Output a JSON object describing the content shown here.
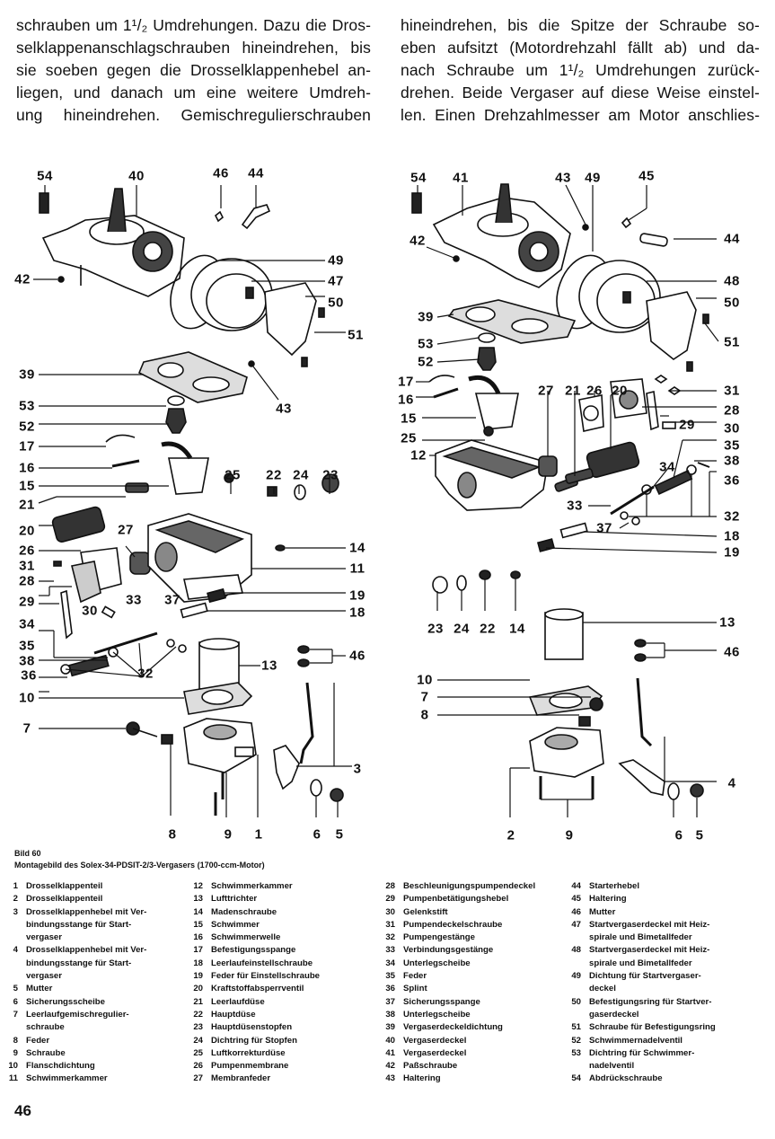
{
  "body_text": {
    "left_column": [
      "schrauben um 1¹/₂ Umdrehungen. Dazu die Dros-",
      "selklappenanschlagschrauben hineindrehen, bis",
      "sie soeben gegen die Drosselklappenhebel an-",
      "liegen, und danach um eine weitere Umdreh-",
      "ung hineindrehen. Gemischregulierschrauben"
    ],
    "right_column": [
      "hineindrehen, bis die Spitze der Schraube so-",
      "eben aufsitzt (Motordrehzahl fällt ab) und da-",
      "nach Schraube um 1¹/₂ Umdrehungen zurück-",
      "drehen. Beide Vergaser auf diese Weise einstel-",
      "len. Einen Drehzahlmesser am Motor anschlies-"
    ]
  },
  "diagram": {
    "left_callouts": [
      "54",
      "40",
      "46",
      "44",
      "42",
      "49",
      "47",
      "50",
      "51",
      "39",
      "43",
      "53",
      "52",
      "17",
      "16",
      "15",
      "25",
      "22",
      "24",
      "23",
      "21",
      "20",
      "27",
      "14",
      "26",
      "11",
      "31",
      "28",
      "19",
      "29",
      "30",
      "33",
      "37",
      "18",
      "34",
      "46",
      "13",
      "35",
      "38",
      "36",
      "32",
      "10",
      "7",
      "3",
      "8",
      "9",
      "1",
      "6",
      "5"
    ],
    "right_callouts": [
      "54",
      "41",
      "43",
      "49",
      "45",
      "42",
      "44",
      "48",
      "50",
      "39",
      "51",
      "53",
      "52",
      "17",
      "27",
      "21",
      "26",
      "20",
      "31",
      "16",
      "28",
      "15",
      "29",
      "25",
      "30",
      "35",
      "12",
      "34",
      "38",
      "36",
      "33",
      "32",
      "37",
      "18",
      "19",
      "23",
      "24",
      "22",
      "14",
      "13",
      "46",
      "10",
      "7",
      "8",
      "4",
      "2",
      "9",
      "6",
      "5"
    ]
  },
  "caption": {
    "figure_label": "Bild 60",
    "title": "Montagebild des Solex-34-PDSIT-2/3-Vergasers (1700-ccm-Motor)"
  },
  "legend": {
    "col1": [
      {
        "n": "1",
        "t": "Drosselklappenteil"
      },
      {
        "n": "2",
        "t": "Drosselklappenteil"
      },
      {
        "n": "3",
        "t": "Drosselklappenhebel mit Ver-\nbindungsstange für Start-\nvergaser"
      },
      {
        "n": "4",
        "t": "Drosselklappenhebel mit Ver-\nbindungsstange für Start-\nvergaser"
      },
      {
        "n": "5",
        "t": "Mutter"
      },
      {
        "n": "6",
        "t": "Sicherungsscheibe"
      },
      {
        "n": "7",
        "t": "Leerlaufgemischregulier-\nschraube"
      },
      {
        "n": "8",
        "t": "Feder"
      },
      {
        "n": "9",
        "t": "Schraube"
      },
      {
        "n": "10",
        "t": "Flanschdichtung"
      },
      {
        "n": "11",
        "t": "Schwimmerkammer"
      }
    ],
    "col2": [
      {
        "n": "12",
        "t": "Schwimmerkammer"
      },
      {
        "n": "13",
        "t": "Lufttrichter"
      },
      {
        "n": "14",
        "t": "Madenschraube"
      },
      {
        "n": "15",
        "t": "Schwimmer"
      },
      {
        "n": "16",
        "t": "Schwimmerwelle"
      },
      {
        "n": "17",
        "t": "Befestigungsspange"
      },
      {
        "n": "18",
        "t": "Leerlaufeinstellschraube"
      },
      {
        "n": "19",
        "t": "Feder für Einstellschraube"
      },
      {
        "n": "20",
        "t": "Kraftstoffabsperrventil"
      },
      {
        "n": "21",
        "t": "Leerlaufdüse"
      },
      {
        "n": "22",
        "t": "Hauptdüse"
      },
      {
        "n": "23",
        "t": "Hauptdüsenstopfen"
      },
      {
        "n": "24",
        "t": "Dichtring für Stopfen"
      },
      {
        "n": "25",
        "t": "Luftkorrekturdüse"
      },
      {
        "n": "26",
        "t": "Pumpenmembrane"
      },
      {
        "n": "27",
        "t": "Membranfeder"
      }
    ],
    "col3": [
      {
        "n": "28",
        "t": "Beschleunigungspumpendeckel"
      },
      {
        "n": "29",
        "t": "Pumpenbetätigungshebel"
      },
      {
        "n": "30",
        "t": "Gelenkstift"
      },
      {
        "n": "31",
        "t": "Pumpendeckelschraube"
      },
      {
        "n": "32",
        "t": "Pumpengestänge"
      },
      {
        "n": "33",
        "t": "Verbindungsgestänge"
      },
      {
        "n": "34",
        "t": "Unterlegscheibe"
      },
      {
        "n": "35",
        "t": "Feder"
      },
      {
        "n": "36",
        "t": "Splint"
      },
      {
        "n": "37",
        "t": "Sicherungsspange"
      },
      {
        "n": "38",
        "t": "Unterlegscheibe"
      },
      {
        "n": "39",
        "t": "Vergaserdeckeldichtung"
      },
      {
        "n": "40",
        "t": "Vergaserdeckel"
      },
      {
        "n": "41",
        "t": "Vergaserdeckel"
      },
      {
        "n": "42",
        "t": "Paßschraube"
      },
      {
        "n": "43",
        "t": "Haltering"
      }
    ],
    "col4": [
      {
        "n": "44",
        "t": "Starterhebel"
      },
      {
        "n": "45",
        "t": "Haltering"
      },
      {
        "n": "46",
        "t": "Mutter"
      },
      {
        "n": "47",
        "t": "Startvergaserdeckel mit Heiz-\nspirale und Bimetallfeder"
      },
      {
        "n": "48",
        "t": "Startvergaserdeckel mit Heiz-\nspirale und Bimetallfeder"
      },
      {
        "n": "49",
        "t": "Dichtung für Startvergaser-\ndeckel"
      },
      {
        "n": "50",
        "t": "Befestigungsring für Startver-\ngaserdeckel"
      },
      {
        "n": "51",
        "t": "Schraube für Befestigungsring"
      },
      {
        "n": "52",
        "t": "Schwimmernadelventil"
      },
      {
        "n": "53",
        "t": "Dichtring für Schwimmer-\nnadelventil"
      },
      {
        "n": "54",
        "t": "Abdrückschraube"
      }
    ]
  },
  "page_number": "46"
}
